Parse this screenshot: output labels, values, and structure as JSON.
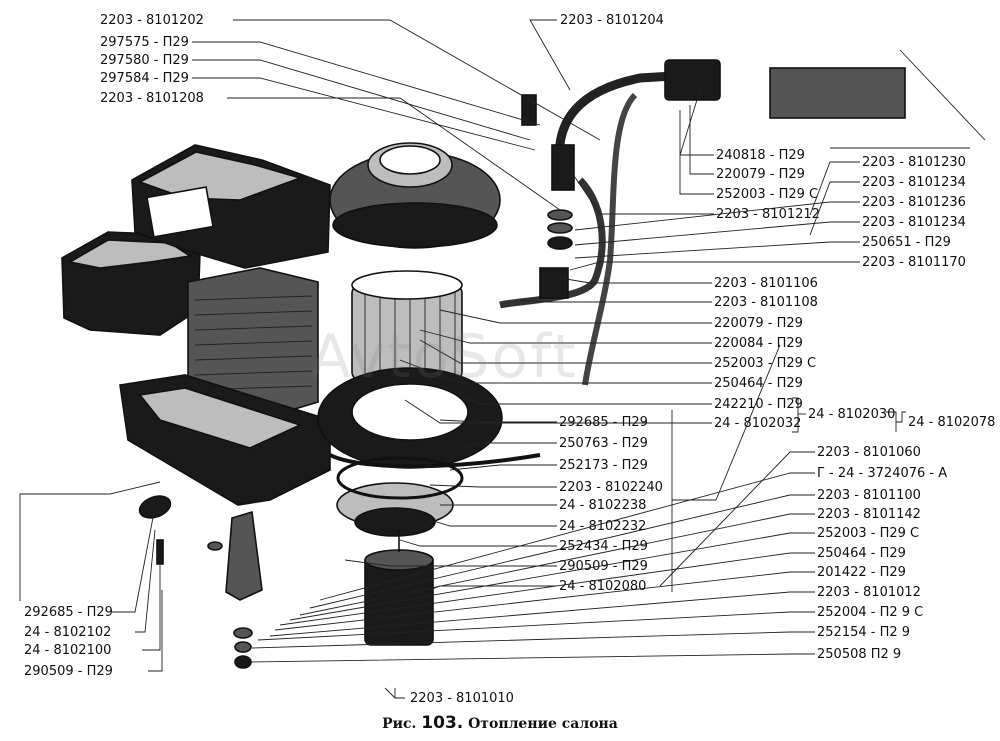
{
  "figure": {
    "caption_prefix": "Рис.",
    "caption_number": "103.",
    "caption_title": "Отопление салона",
    "watermark": "AvtoSoft"
  },
  "labels": {
    "left_top": [
      "2203 - 8101202",
      "297575 - П29",
      "297580 - П29",
      "297584 - П29",
      "2203 - 8101208"
    ],
    "top_right": "2203 - 8101204",
    "right_upper": [
      "240818 - П29",
      "220079 - П29",
      "252003 - П29 С",
      "2203 - 8101212"
    ],
    "right_far": [
      "2203 - 8101230",
      "2203 - 8101234",
      "2203 - 8101236",
      "2203 - 8101234",
      "250651 - П29",
      "2203 - 8101170"
    ],
    "right_middle": [
      "2203 - 8101106",
      "2203 - 8101108",
      "220079 - П29",
      "220084 - П29",
      "252003 - П29 С",
      "250464 - П29",
      "242210 - П29",
      "24 - 8102032"
    ],
    "bracket_inner": "24 - 8102030",
    "bracket_outer": "24 - 8102078",
    "center_lower": [
      "292685 - П29",
      "250763 - П29",
      "252173 - П29",
      "2203 - 8102240",
      "24 - 8102238",
      "24 - 8102232",
      "252434 - П29",
      "290509 - П29",
      "24 - 8102080"
    ],
    "right_lower": [
      "2203 - 8101060",
      "Г - 24 - 3724076 - А",
      "2203 - 8101100",
      "2203 - 8101142",
      "252003 - П29 С",
      "250464 - П29",
      "201422 - П29",
      "2203 - 8101012",
      "252004 - П2 9 С",
      "252154 - П2 9",
      "250508 П2 9"
    ],
    "left_lower": [
      "292685 - П29",
      "24 - 8102102",
      "24 - 8102100",
      "290509 - П29"
    ],
    "bottom": "2203 - 8101010"
  }
}
